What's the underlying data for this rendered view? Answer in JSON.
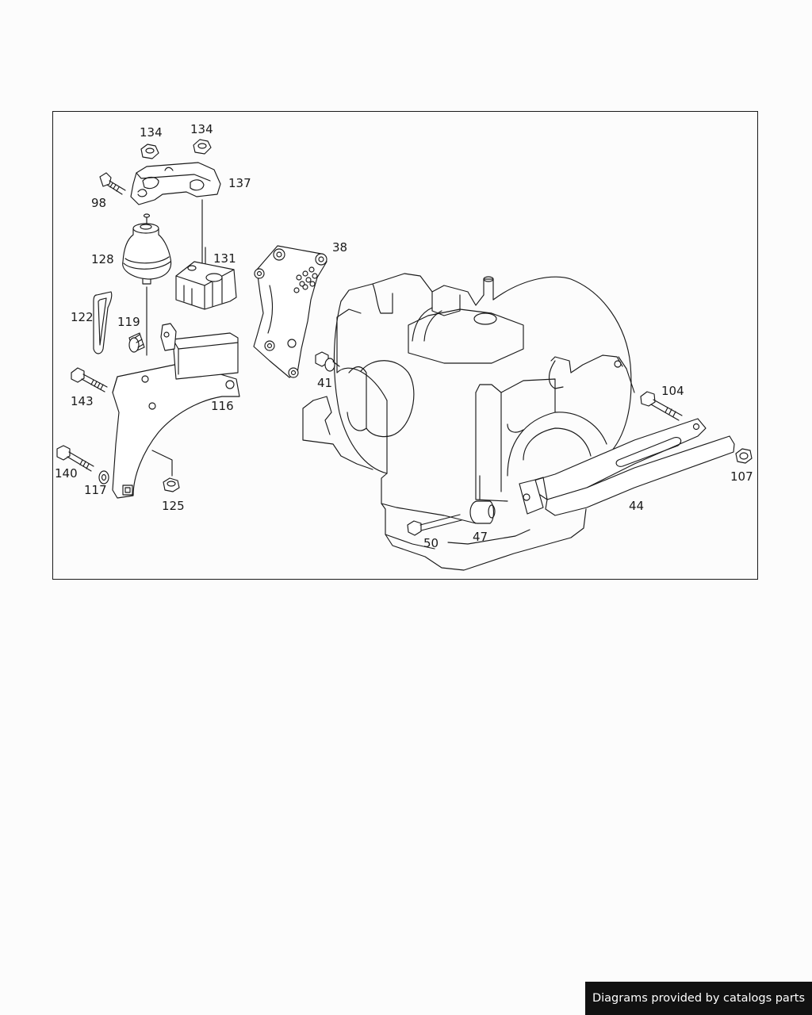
{
  "diagram": {
    "callouts": [
      {
        "id": "c134a",
        "text": "134"
      },
      {
        "id": "c134b",
        "text": "134"
      },
      {
        "id": "c98",
        "text": "98"
      },
      {
        "id": "c137",
        "text": "137"
      },
      {
        "id": "c128",
        "text": "128"
      },
      {
        "id": "c131",
        "text": "131"
      },
      {
        "id": "c38",
        "text": "38"
      },
      {
        "id": "c122",
        "text": "122"
      },
      {
        "id": "c119",
        "text": "119"
      },
      {
        "id": "c143",
        "text": "143"
      },
      {
        "id": "c116",
        "text": "116"
      },
      {
        "id": "c41",
        "text": "41"
      },
      {
        "id": "c104",
        "text": "104"
      },
      {
        "id": "c140",
        "text": "140"
      },
      {
        "id": "c117",
        "text": "117"
      },
      {
        "id": "c125",
        "text": "125"
      },
      {
        "id": "c107",
        "text": "107"
      },
      {
        "id": "c44",
        "text": "44"
      },
      {
        "id": "c50",
        "text": "50"
      },
      {
        "id": "c47",
        "text": "47"
      }
    ]
  },
  "footer": {
    "credit": "Diagrams provided by catalogs parts"
  }
}
